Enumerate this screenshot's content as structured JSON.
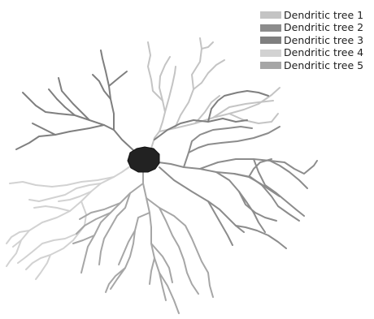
{
  "legend": {
    "items": [
      {
        "label": "Dendritic tree 1",
        "color": "#c4c4c4"
      },
      {
        "label": "Dendritic tree 2",
        "color": "#8c8c8c"
      },
      {
        "label": "Dendritic tree 3",
        "color": "#7f7f7f"
      },
      {
        "label": "Dendritic tree 4",
        "color": "#d2d2d2"
      },
      {
        "label": "Dendritic tree 5",
        "color": "#a6a6a6"
      }
    ]
  },
  "soma": {
    "color": "#222222"
  }
}
